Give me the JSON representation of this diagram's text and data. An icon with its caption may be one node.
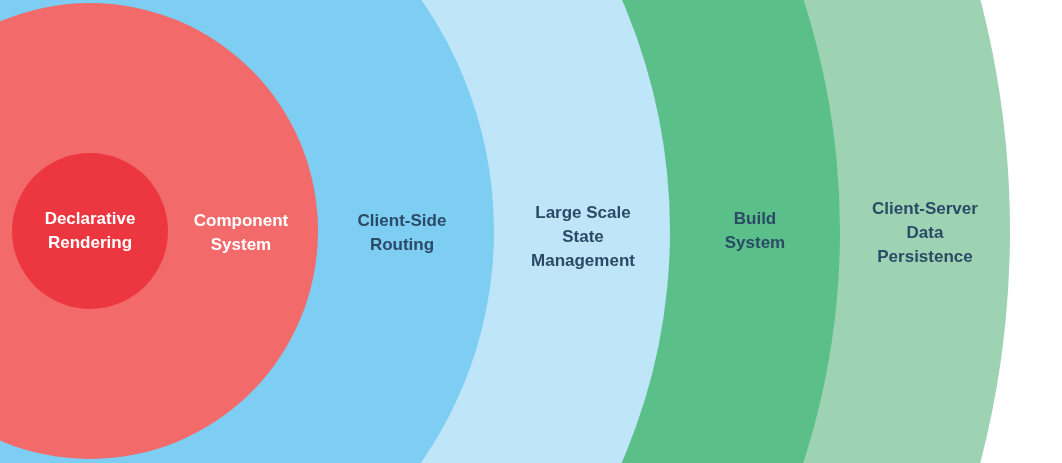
{
  "diagram": {
    "nodes": [
      {
        "text": [
          "Client-Server Data Persistence"
        ]
      },
      {
        "text": [
          "Build System"
        ],
        "in": 0
      },
      {
        "text": [
          "Large Scale State Management"
        ],
        "in": 1
      },
      {
        "text": [
          "Client-Side Routing"
        ],
        "in": 2
      },
      {
        "text": [
          "Component System"
        ],
        "in": 3
      },
      {
        "text": [
          "Declarative Rendering"
        ],
        "in": 4
      }
    ]
  }
}
